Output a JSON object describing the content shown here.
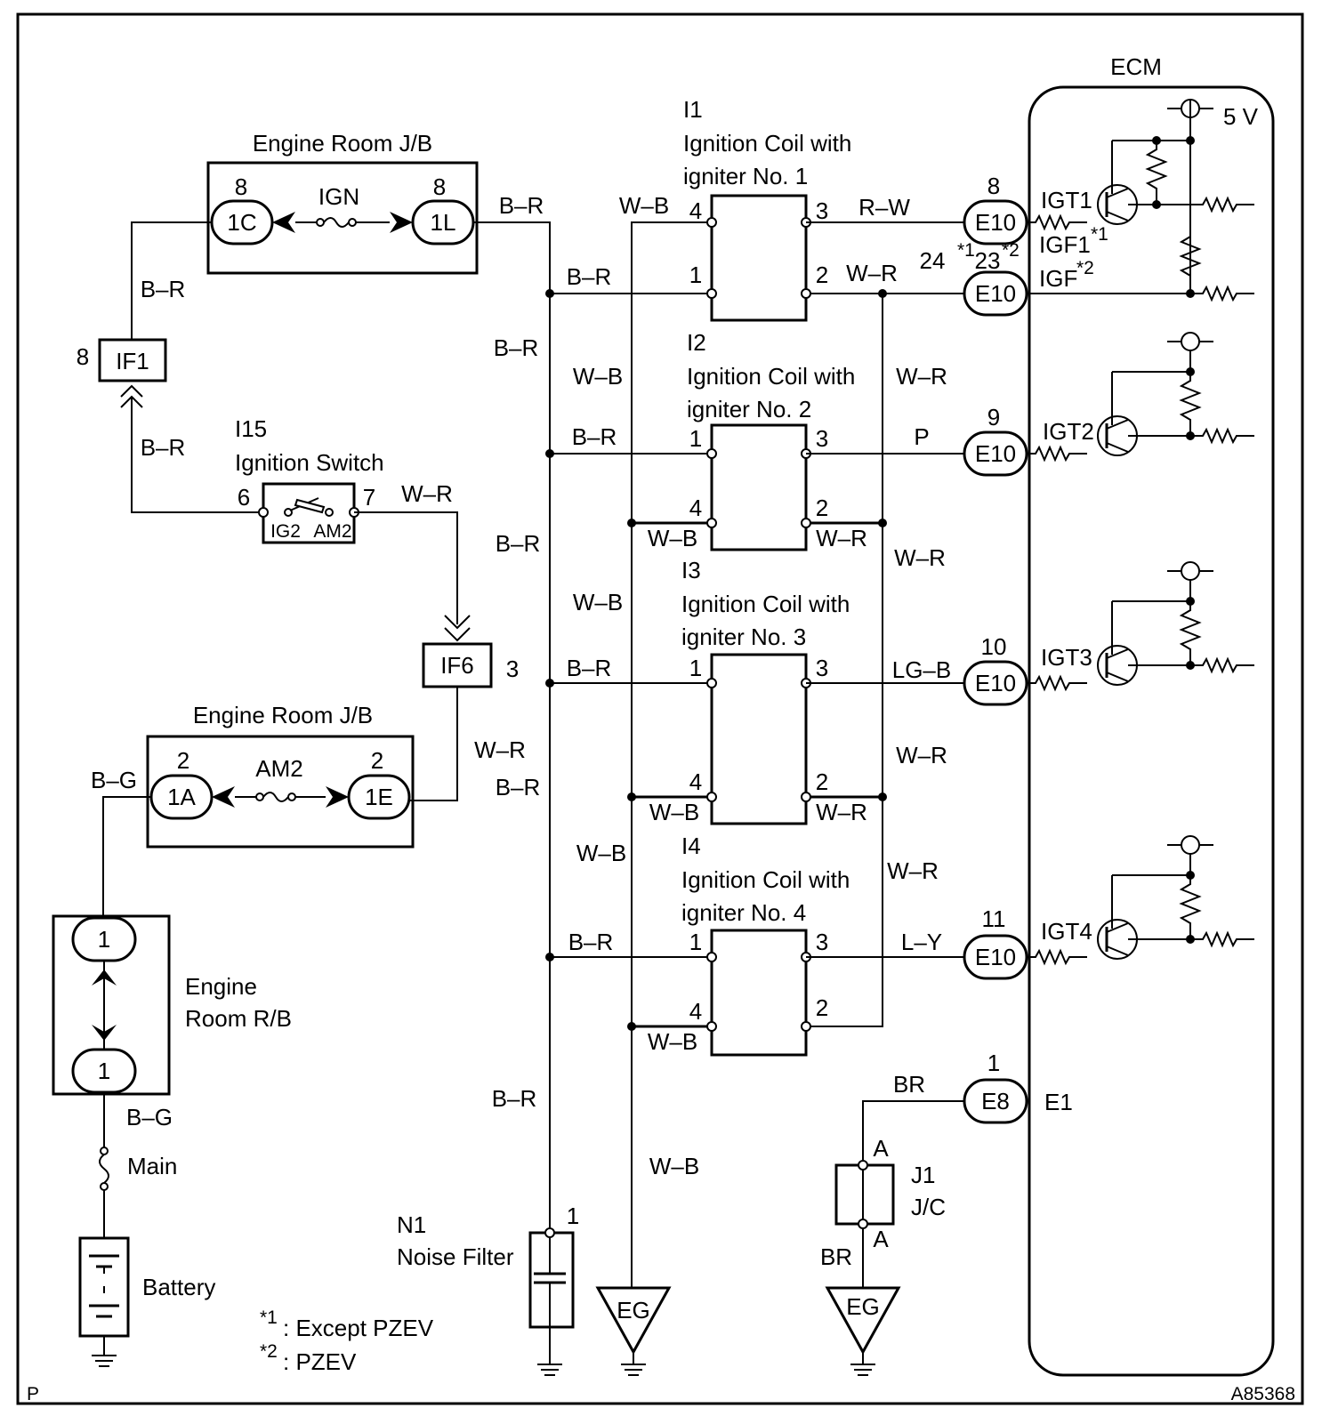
{
  "ecm": {
    "title": "ECM",
    "vref": "5 V",
    "e1": "E1"
  },
  "components": {
    "jb_top": {
      "title": "Engine Room J/B",
      "left_conn": "1C",
      "right_conn": "1L",
      "left_pin": "8",
      "right_pin": "8",
      "fuse": "IGN"
    },
    "jb_bottom": {
      "title": "Engine Room J/B",
      "left_conn": "1A",
      "right_conn": "1E",
      "left_pin": "2",
      "right_pin": "2",
      "fuse": "AM2"
    },
    "if1": {
      "label": "IF1",
      "pin": "8"
    },
    "if6": {
      "label": "IF6",
      "pin": "3"
    },
    "ign_switch": {
      "code": "I15",
      "name": "Ignition Switch",
      "pin_left": "6",
      "pin_right": "7",
      "ig2": "IG2",
      "am2": "AM2"
    },
    "relay_block": {
      "line1": "Engine",
      "line2": "Room R/B",
      "top_conn": "1",
      "bottom_conn": "1"
    },
    "main_fuse": "Main",
    "battery": "Battery",
    "noise_filter": {
      "code": "N1",
      "name": "Noise Filter",
      "pin": "1"
    },
    "jc": {
      "code": "J1",
      "name": "J/C",
      "pin_a": "A"
    },
    "ground": "EG",
    "e8": {
      "conn": "E8",
      "pin": "1"
    }
  },
  "coils": [
    {
      "code": "I1",
      "line1": "Ignition Coil with",
      "line2": "igniter No. 1",
      "pins": [
        "4",
        "1",
        "3",
        "2"
      ],
      "ecm_pin": "8",
      "signal_wire": "R–W",
      "igt": "IGT1"
    },
    {
      "code": "I2",
      "line1": "Ignition Coil with",
      "line2": "igniter No. 2",
      "pins": [
        "1",
        "4",
        "3",
        "2"
      ],
      "ecm_pin": "9",
      "signal_wire": "P",
      "igt": "IGT2"
    },
    {
      "code": "I3",
      "line1": "Ignition Coil with",
      "line2": "igniter No. 3",
      "pins": [
        "1",
        "4",
        "3",
        "2"
      ],
      "ecm_pin": "10",
      "signal_wire": "LG–B",
      "igt": "IGT3"
    },
    {
      "code": "I4",
      "line1": "Ignition Coil with",
      "line2": "igniter No. 4",
      "pins": [
        "1",
        "4",
        "3",
        "2"
      ],
      "ecm_pin": "11",
      "signal_wire": "L–Y",
      "igt": "IGT4"
    }
  ],
  "ecm_conn": "E10",
  "igf": {
    "wire": "W–R",
    "pin1": "24",
    "pin2": "23",
    "sup1": "*1",
    "sup2": "*2",
    "label1": "IGF1",
    "label2": "IGF"
  },
  "wires": {
    "br": "B–R",
    "wb": "W–B",
    "wr": "W–R",
    "bg": "B–G",
    "brn": "BR"
  },
  "notes": {
    "n1_mark": "*1",
    "n1_text": ": Except PZEV",
    "n2_mark": "*2",
    "n2_text": ": PZEV"
  },
  "corner": {
    "left": "P",
    "right": "A85368"
  }
}
